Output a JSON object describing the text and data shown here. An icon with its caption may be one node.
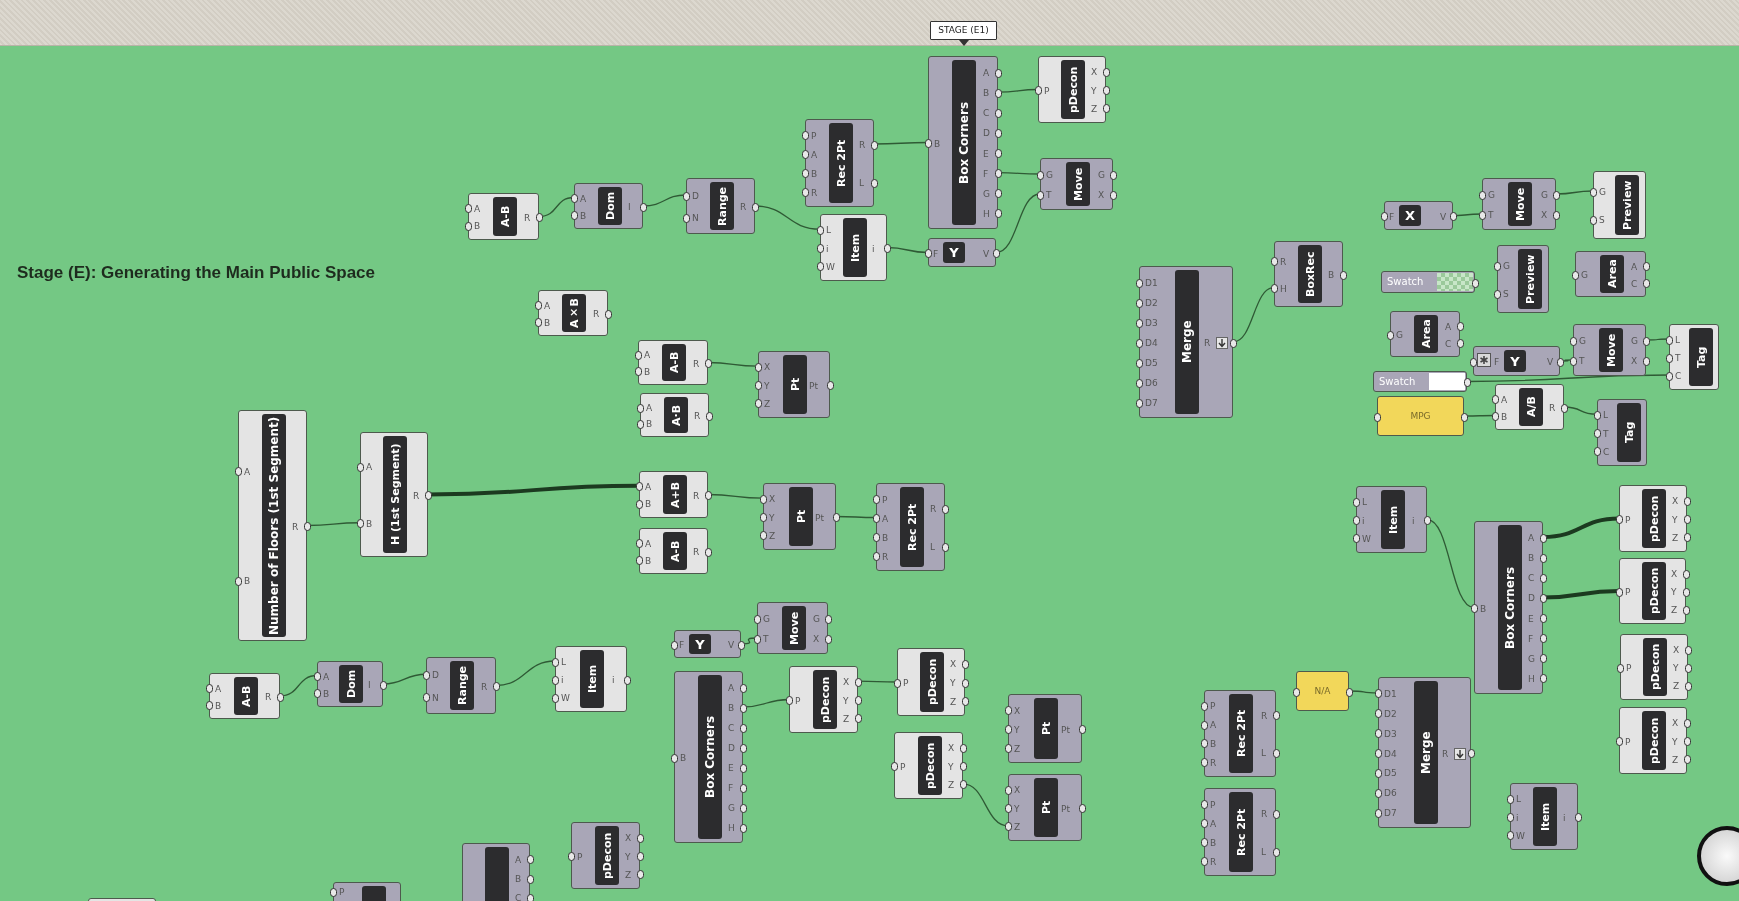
{
  "diagram": {
    "nodes": [
      {
        "text": [
          "STAGE (E1)"
        ]
      },
      {
        "text": [
          "P",
          "pDecon",
          "X",
          "Y",
          "Z"
        ]
      },
      {
        "text": [
          "B",
          "Box Corners",
          "A",
          "B",
          "C",
          "D",
          "E",
          "F",
          "G",
          "H"
        ]
      },
      {
        "text": [
          "P",
          "A",
          "B",
          "R",
          "Rec 2Pt",
          "R",
          "L"
        ]
      },
      {
        "text": [
          "G",
          "T",
          "Move",
          "G",
          "X"
        ]
      },
      {
        "text": [
          "G",
          "S",
          "Preview"
        ]
      },
      {
        "text": [
          "G",
          "T",
          "Move",
          "G",
          "X"
        ]
      },
      {
        "text": [
          "D",
          "N",
          "Range",
          "R"
        ]
      },
      {
        "text": [
          "A",
          "B",
          "Dom",
          "I"
        ]
      },
      {
        "text": [
          "A",
          "B",
          "A-B",
          "R"
        ]
      },
      {
        "text": [
          "F",
          "X",
          "V"
        ]
      },
      {
        "text": [
          "L",
          "i",
          "W",
          "Item",
          "i"
        ]
      },
      {
        "text": [
          "F",
          "Y",
          "V"
        ]
      },
      {
        "text": [
          "R",
          "H",
          "BoxRec",
          "B"
        ]
      },
      {
        "text": [
          "G",
          "S",
          "Preview"
        ]
      },
      {
        "text": [
          "G",
          "Area",
          "A",
          "C"
        ]
      },
      {
        "text": [
          "Swatch"
        ]
      },
      {
        "text": [
          "D1",
          "D2",
          "D3",
          "D4",
          "D5",
          "D6",
          "D7",
          "Merge",
          "R"
        ]
      },
      {
        "text": [
          "A",
          "B",
          "A×B",
          "R"
        ]
      },
      {
        "text": [
          "G",
          "Area",
          "A",
          "C"
        ]
      },
      {
        "text": [
          "G",
          "T",
          "Move",
          "G",
          "X"
        ]
      },
      {
        "text": [
          "L",
          "T",
          "C",
          "Tag"
        ]
      },
      {
        "text": [
          "F",
          "Y",
          "V"
        ]
      },
      {
        "text": [
          "A",
          "B",
          "A-B",
          "R"
        ]
      },
      {
        "text": [
          "X",
          "Y",
          "Z",
          "Pt",
          "Pt"
        ]
      },
      {
        "text": [
          "Swatch"
        ]
      },
      {
        "text": [
          "A",
          "B",
          "A·B",
          "R"
        ]
      },
      {
        "text": [
          "MPG"
        ]
      },
      {
        "text": [
          "A",
          "B",
          "A/B",
          "R"
        ]
      },
      {
        "text": [
          "L",
          "T",
          "C",
          "Tag"
        ]
      },
      {
        "text": [
          "A",
          "B",
          "Number of Floors (1st Segment)",
          "R"
        ]
      },
      {
        "text": [
          "A",
          "B",
          "H (1st Segment)",
          "R"
        ]
      },
      {
        "text": [
          "A",
          "B",
          "A+B",
          "R"
        ]
      },
      {
        "text": [
          "X",
          "Y",
          "Z",
          "Pt",
          "Pt"
        ]
      },
      {
        "text": [
          "P",
          "A",
          "B",
          "R",
          "Rec 2Pt",
          "R",
          "L"
        ]
      },
      {
        "text": [
          "P",
          "pDecon",
          "X",
          "Y",
          "Z"
        ]
      },
      {
        "text": [
          "L",
          "i",
          "W",
          "Item",
          "i"
        ]
      },
      {
        "text": [
          "A",
          "B",
          "A-B",
          "R"
        ]
      },
      {
        "text": [
          "B",
          "Box Corners",
          "A",
          "B",
          "C",
          "D",
          "E",
          "F",
          "G",
          "H"
        ]
      },
      {
        "text": [
          "P",
          "pDecon",
          "X",
          "Y",
          "Z"
        ]
      },
      {
        "text": [
          "G",
          "T",
          "Move",
          "G",
          "X"
        ]
      },
      {
        "text": [
          "F",
          "Y",
          "V"
        ]
      },
      {
        "text": [
          "P",
          "pDecon",
          "X",
          "Y",
          "Z"
        ]
      },
      {
        "text": [
          "L",
          "i",
          "W",
          "Item",
          "i"
        ]
      },
      {
        "text": [
          "P",
          "pDecon",
          "X",
          "Y",
          "Z"
        ]
      },
      {
        "text": [
          "D",
          "N",
          "Range",
          "R"
        ]
      },
      {
        "text": [
          "A",
          "B",
          "Dom",
          "I"
        ]
      },
      {
        "text": [
          "P",
          "pDecon",
          "X",
          "Y",
          "Z"
        ]
      },
      {
        "text": [
          "A",
          "B",
          "A-B",
          "R"
        ]
      },
      {
        "text": [
          "B",
          "Box Corners",
          "A",
          "B",
          "C",
          "D",
          "E",
          "F",
          "G",
          "H"
        ]
      },
      {
        "text": [
          "N/A"
        ]
      },
      {
        "text": [
          "D1",
          "D2",
          "D3",
          "D4",
          "D5",
          "D6",
          "D7",
          "Merge",
          "R"
        ]
      },
      {
        "text": [
          "P",
          "A",
          "B",
          "R",
          "Rec 2Pt",
          "R",
          "L"
        ]
      },
      {
        "text": [
          "X",
          "Y",
          "Z",
          "Pt",
          "Pt"
        ]
      },
      {
        "text": [
          "P",
          "pDecon",
          "X",
          "Y",
          "Z"
        ]
      },
      {
        "text": [
          "P",
          "pDecon",
          "X",
          "Y",
          "Z"
        ]
      },
      {
        "text": [
          "X",
          "Y",
          "Z",
          "Pt",
          "Pt"
        ]
      },
      {
        "text": [
          "L",
          "i",
          "W",
          "Item",
          "i"
        ]
      },
      {
        "text": [
          "P",
          "A",
          "B",
          "R",
          "Rec 2Pt",
          "R",
          "L"
        ]
      },
      {
        "text": [
          "P",
          "pDecon",
          "X",
          "Y",
          "Z"
        ]
      },
      {
        "text": [
          "A",
          "B",
          "C"
        ]
      },
      {
        "text": [
          "P"
        ]
      },
      {
        "text": [],
        "shape": "box"
      }
    ],
    "edges": [
      {
        "from": 3,
        "to": 2,
        "arrow": "none"
      },
      {
        "from": 11,
        "to": 12,
        "arrow": "none"
      },
      {
        "from": 2,
        "to": 1,
        "arrow": "none"
      },
      {
        "from": 2,
        "to": 4,
        "arrow": "none"
      },
      {
        "from": 12,
        "to": 4,
        "arrow": "none"
      },
      {
        "from": 7,
        "to": 11,
        "arrow": "none"
      },
      {
        "from": 8,
        "to": 7,
        "arrow": "none"
      },
      {
        "from": 9,
        "to": 8,
        "arrow": "none"
      },
      {
        "from": 23,
        "to": 24,
        "arrow": "none"
      },
      {
        "from": 17,
        "to": 13,
        "arrow": "none"
      },
      {
        "from": 10,
        "to": 6,
        "arrow": "none"
      },
      {
        "from": 6,
        "to": 5,
        "arrow": "none"
      },
      {
        "from": 27,
        "to": 28,
        "arrow": "none"
      },
      {
        "from": 25,
        "to": 21,
        "arrow": "none"
      },
      {
        "from": 28,
        "to": 29,
        "arrow": "none"
      },
      {
        "from": 22,
        "to": 20,
        "arrow": "none"
      },
      {
        "from": 20,
        "to": 21,
        "arrow": "none"
      },
      {
        "from": 31,
        "to": 32,
        "arrow": "none",
        "style": "thick"
      },
      {
        "from": 32,
        "to": 33,
        "arrow": "none"
      },
      {
        "from": 33,
        "to": 34,
        "arrow": "none"
      },
      {
        "from": 49,
        "to": 47,
        "arrow": "none"
      },
      {
        "from": 47,
        "to": 44,
        "arrow": "none"
      },
      {
        "from": 55,
        "to": 56,
        "arrow": "none"
      },
      {
        "from": 36,
        "to": 38,
        "arrow": "none"
      },
      {
        "from": 38,
        "to": 35,
        "arrow": "none",
        "style": "thick"
      },
      {
        "from": 38,
        "to": 39,
        "arrow": "none",
        "style": "thick"
      },
      {
        "from": 50,
        "to": 51,
        "arrow": "none"
      },
      {
        "from": 41,
        "to": 40,
        "arrow": "none"
      },
      {
        "from": 45,
        "to": 43,
        "arrow": "none"
      },
      {
        "from": 46,
        "to": 45,
        "arrow": "none"
      },
      {
        "from": 48,
        "to": 46,
        "arrow": "none"
      },
      {
        "from": 30,
        "to": 31,
        "arrow": "none"
      }
    ],
    "labels": [
      "Stage (E): Generating the Main Public Space"
    ]
  }
}
